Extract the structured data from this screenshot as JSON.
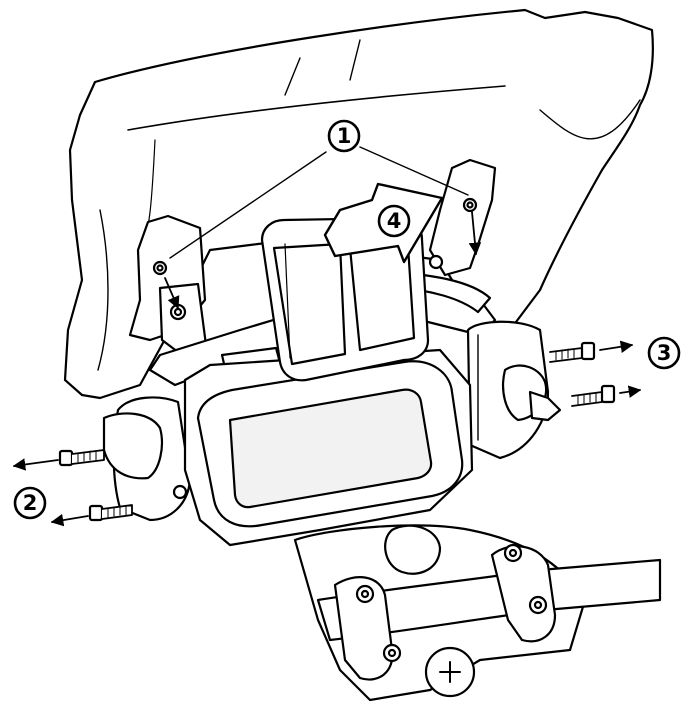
{
  "callouts": {
    "one": "1",
    "two": "2",
    "three": "3",
    "four": "4"
  },
  "colors": {
    "ink": "#000000",
    "fill": "#ffffff",
    "screen": "#f2f2f2"
  }
}
